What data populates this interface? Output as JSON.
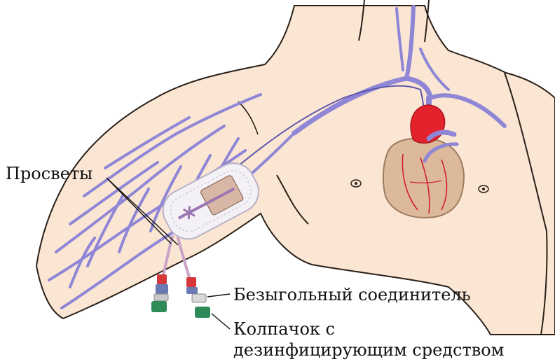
{
  "labels": {
    "lumens": "Просветы",
    "needleless_connector": "Безыгольный соединитель",
    "cap_line1": "Колпачок с",
    "cap_line2": "дезинфицирующим средством"
  },
  "colors": {
    "skin": "#fbe6d4",
    "skin_outline": "#2a2018",
    "vein": "#8f86d6",
    "vein_dark": "#5e56a8",
    "heart_red": "#e3232b",
    "heart_tan": "#dcb99a",
    "coronary": "#d01f2b",
    "connector_red": "#d6373a",
    "cap_green": "#2e8a57"
  },
  "icons": [
    "arm-diagram",
    "heart-illustration",
    "picc-line",
    "dressing-patch",
    "catheter-tubes",
    "connector",
    "cap"
  ]
}
